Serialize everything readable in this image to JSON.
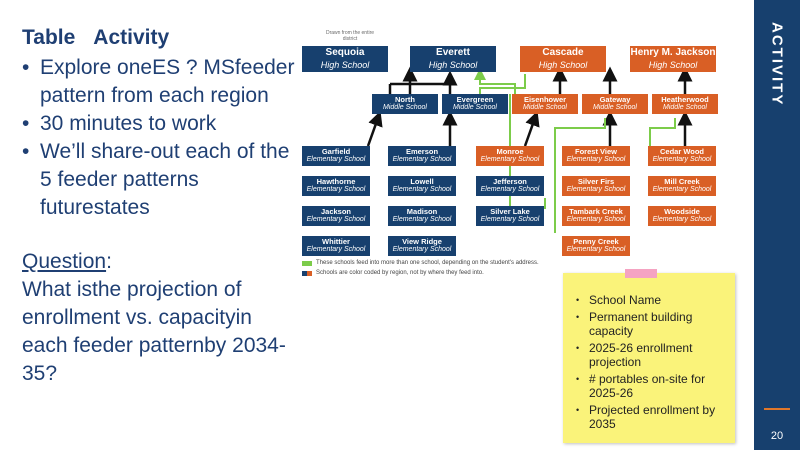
{
  "left": {
    "title": [
      "Table",
      "Activity"
    ],
    "bullets": [
      "Explore oneES ? MSfeeder pattern from each region",
      "30 minutes to work",
      "We’ll share-out each of the 5 feeder patterns futurestates"
    ],
    "question_head": "Question",
    "question_colon": ":",
    "question_body": "What isthe projection of enrollment vs. capacityin each feeder patternby 2034-35?"
  },
  "sidebar": {
    "label": "ACTIVITY",
    "page_number": "20"
  },
  "diagram": {
    "tiny_note": "Drawn from the entire district",
    "high_schools": [
      {
        "name": "Sequoia",
        "type": "High School",
        "region": "blue"
      },
      {
        "name": "Everett",
        "type": "High School",
        "region": "blue"
      },
      {
        "name": "Cascade",
        "type": "High School",
        "region": "orange"
      },
      {
        "name": "Henry M. Jackson",
        "type": "High School",
        "region": "orange"
      }
    ],
    "middle_schools": [
      {
        "name": "North",
        "type": "Middle School",
        "region": "blue"
      },
      {
        "name": "Evergreen",
        "type": "Middle School",
        "region": "blue"
      },
      {
        "name": "Eisenhower",
        "type": "Middle School",
        "region": "orange"
      },
      {
        "name": "Gateway",
        "type": "Middle School",
        "region": "orange"
      },
      {
        "name": "Heatherwood",
        "type": "Middle School",
        "region": "orange"
      }
    ],
    "elementary": [
      {
        "name": "Garfield",
        "type": "Elementary School",
        "region": "blue"
      },
      {
        "name": "Hawthorne",
        "type": "Elementary School",
        "region": "blue"
      },
      {
        "name": "Jackson",
        "type": "Elementary School",
        "region": "blue"
      },
      {
        "name": "Whittier",
        "type": "Elementary School",
        "region": "blue"
      },
      {
        "name": "Emerson",
        "type": "Elementary School",
        "region": "blue"
      },
      {
        "name": "Lowell",
        "type": "Elementary School",
        "region": "blue"
      },
      {
        "name": "Madison",
        "type": "Elementary School",
        "region": "blue"
      },
      {
        "name": "View Ridge",
        "type": "Elementary School",
        "region": "blue"
      },
      {
        "name": "Monroe",
        "type": "Elementary School",
        "region": "orange"
      },
      {
        "name": "Jefferson",
        "type": "Elementary School",
        "region": "blue"
      },
      {
        "name": "Silver Lake",
        "type": "Elementary School",
        "region": "blue"
      },
      {
        "name": "Forest View",
        "type": "Elementary School",
        "region": "orange"
      },
      {
        "name": "Silver Firs",
        "type": "Elementary School",
        "region": "orange"
      },
      {
        "name": "Tambark Creek",
        "type": "Elementary School",
        "region": "orange"
      },
      {
        "name": "Penny Creek",
        "type": "Elementary School",
        "region": "orange"
      },
      {
        "name": "Cedar Wood",
        "type": "Elementary School",
        "region": "orange"
      },
      {
        "name": "Mill Creek",
        "type": "Elementary School",
        "region": "orange"
      },
      {
        "name": "Woodside",
        "type": "Elementary School",
        "region": "orange"
      }
    ],
    "legend_split": "These schools feed into more than one school, depending on the student's address.",
    "legend_color": "Schools are color coded by region, not by where they feed into.",
    "colors": {
      "blue": "#17406e",
      "orange": "#d95f25",
      "green": "#7ccc4a"
    }
  },
  "sticky_note": {
    "items": [
      "School Name",
      "Permanent building capacity",
      "2025-26 enrollment projection",
      "# portables on-site for 2025-26",
      "Projected enrollment by 2035"
    ]
  }
}
